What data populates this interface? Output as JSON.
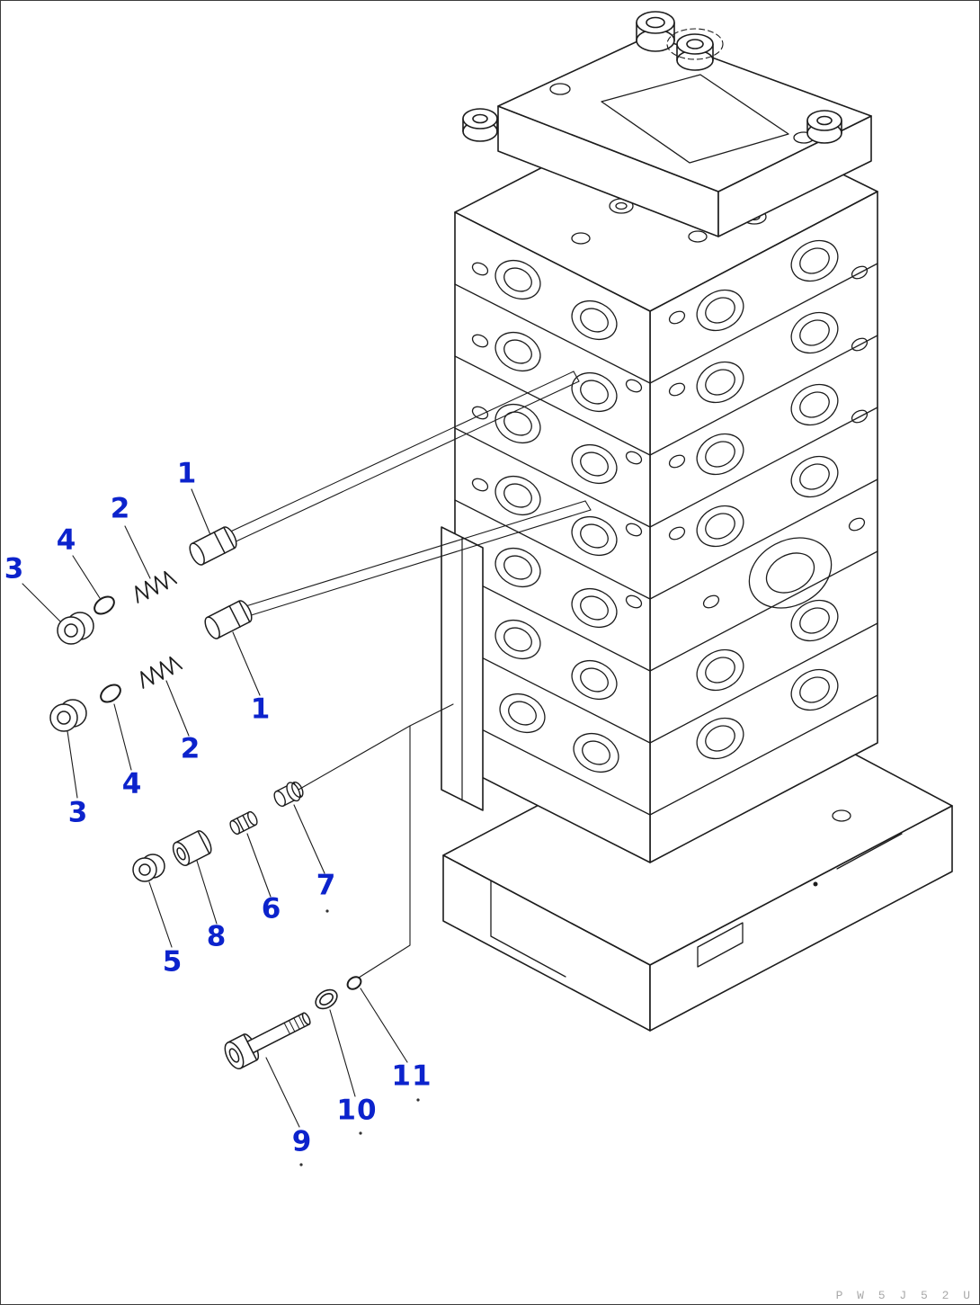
{
  "diagram": {
    "callout_color": "#0c23cc",
    "line_color": "#1c1c1c",
    "footer_code": "P W 5 J 5 2 U",
    "callouts": [
      {
        "id": "upper-1",
        "label": "1"
      },
      {
        "id": "upper-2",
        "label": "2"
      },
      {
        "id": "upper-4",
        "label": "4"
      },
      {
        "id": "upper-3",
        "label": "3"
      },
      {
        "id": "lower-1",
        "label": "1"
      },
      {
        "id": "lower-2",
        "label": "2"
      },
      {
        "id": "lower-4",
        "label": "4"
      },
      {
        "id": "lower-3",
        "label": "3"
      },
      {
        "id": "plug-5",
        "label": "5"
      },
      {
        "id": "plug-8",
        "label": "8"
      },
      {
        "id": "plug-6",
        "label": "6"
      },
      {
        "id": "plug-7",
        "label": "7"
      },
      {
        "id": "bolt-9",
        "label": "9"
      },
      {
        "id": "oring-10",
        "label": "10"
      },
      {
        "id": "oring-11",
        "label": "11"
      }
    ]
  }
}
